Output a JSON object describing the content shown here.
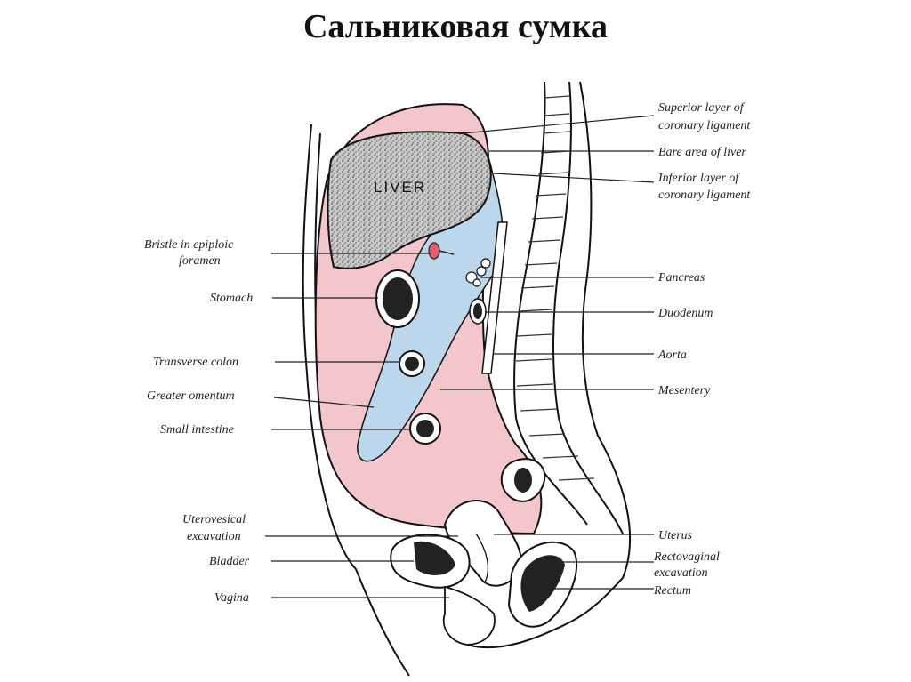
{
  "title": "Сальниковая сумка",
  "organ_text": {
    "liver": "LIVER"
  },
  "colors": {
    "peritoneal_cavity": "#f3c6cc",
    "omental_bursa": "#bcd7ec",
    "liver": "#a8a8a8",
    "outline": "#111111"
  },
  "labels": {
    "left": {
      "bristle_1": "Bristle in epiploic",
      "bristle_2": "foramen",
      "stomach": "Stomach",
      "transverse_colon": "Transverse colon",
      "greater_omentum": "Greater omentum",
      "small_intestine": "Small intestine",
      "uterovesical_1": "Uterovesical",
      "uterovesical_2": "excavation",
      "bladder": "Bladder",
      "vagina": "Vagina"
    },
    "right": {
      "superior_1": "Superior layer of",
      "superior_2": "coronary ligament",
      "bare_area": "Bare area of liver",
      "inferior_1": "Inferior layer of",
      "inferior_2": "coronary ligament",
      "pancreas": "Pancreas",
      "duodenum": "Duodenum",
      "aorta": "Aorta",
      "mesentery": "Mesentery",
      "uterus": "Uterus",
      "rectovaginal_1": "Rectovaginal",
      "rectovaginal_2": "excavation",
      "rectum": "Rectum"
    }
  }
}
